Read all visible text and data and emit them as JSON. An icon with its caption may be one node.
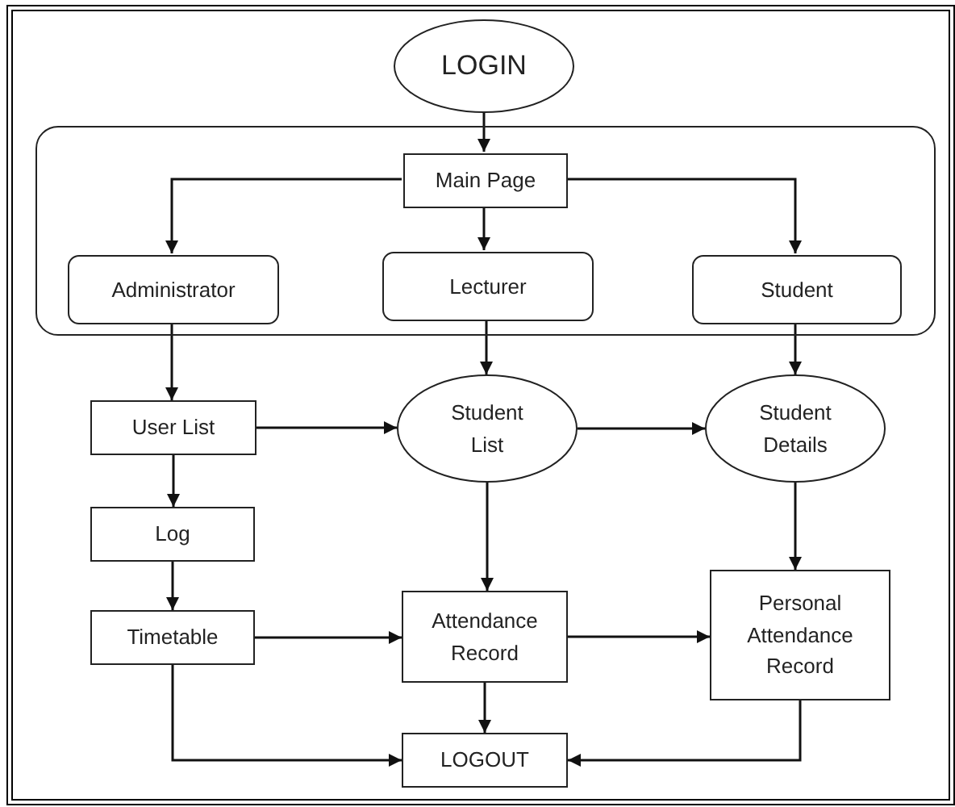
{
  "diagram": {
    "nodes": [
      {
        "text": [
          "LOGIN"
        ]
      },
      {
        "text": [],
        "shape": "box"
      },
      {
        "text": [
          "Main Page"
        ],
        "in": 1
      },
      {
        "text": [
          "Administrator"
        ],
        "in": 1
      },
      {
        "text": [
          "Lecturer"
        ],
        "in": 1
      },
      {
        "text": [
          "Student"
        ],
        "in": 1
      },
      {
        "text": [
          "User List"
        ]
      },
      {
        "text": [
          "Student List"
        ]
      },
      {
        "text": [
          "Student Details"
        ]
      },
      {
        "text": [
          "Log"
        ]
      },
      {
        "text": [
          "Timetable"
        ]
      },
      {
        "text": [
          "Attendance Record"
        ]
      },
      {
        "text": [
          "Personal Attendance Record"
        ]
      },
      {
        "text": [
          "LOGOUT"
        ]
      }
    ],
    "edges": [
      {
        "from": 0,
        "to": 2,
        "arrow": "to"
      },
      {
        "from": 2,
        "to": 3,
        "arrow": "to"
      },
      {
        "from": 2,
        "to": 4,
        "arrow": "to"
      },
      {
        "from": 2,
        "to": 5,
        "arrow": "to"
      },
      {
        "from": 3,
        "to": 6,
        "arrow": "to"
      },
      {
        "from": 4,
        "to": 7,
        "arrow": "to"
      },
      {
        "from": 5,
        "to": 8,
        "arrow": "to"
      },
      {
        "from": 6,
        "to": 7,
        "arrow": "to"
      },
      {
        "from": 7,
        "to": 8,
        "arrow": "to"
      },
      {
        "from": 6,
        "to": 9,
        "arrow": "to"
      },
      {
        "from": 9,
        "to": 10,
        "arrow": "to"
      },
      {
        "from": 7,
        "to": 11,
        "arrow": "to"
      },
      {
        "from": 8,
        "to": 12,
        "arrow": "to"
      },
      {
        "from": 10,
        "to": 11,
        "arrow": "to"
      },
      {
        "from": 11,
        "to": 12,
        "arrow": "to"
      },
      {
        "from": 10,
        "to": 13,
        "arrow": "to"
      },
      {
        "from": 11,
        "to": 13,
        "arrow": "to"
      },
      {
        "from": 12,
        "to": 13,
        "arrow": "to"
      }
    ]
  }
}
